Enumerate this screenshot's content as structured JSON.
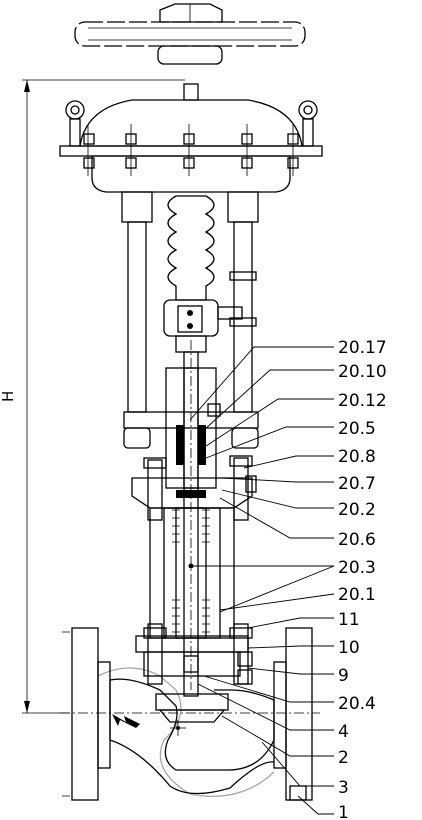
{
  "dimension": {
    "label": "H"
  },
  "callouts": [
    {
      "id": "p20_17",
      "label": "20.17"
    },
    {
      "id": "p20_10",
      "label": "20.10"
    },
    {
      "id": "p20_12",
      "label": "20.12"
    },
    {
      "id": "p20_5",
      "label": "20.5"
    },
    {
      "id": "p20_8",
      "label": "20.8"
    },
    {
      "id": "p20_7",
      "label": "20.7"
    },
    {
      "id": "p20_2",
      "label": "20.2"
    },
    {
      "id": "p20_6",
      "label": "20.6"
    },
    {
      "id": "p20_3",
      "label": "20.3"
    },
    {
      "id": "p20_1",
      "label": "20.1"
    },
    {
      "id": "p11",
      "label": "11"
    },
    {
      "id": "p10",
      "label": "10"
    },
    {
      "id": "p9",
      "label": "9"
    },
    {
      "id": "p20_4",
      "label": "20.4"
    },
    {
      "id": "p4",
      "label": "4"
    },
    {
      "id": "p2",
      "label": "2"
    },
    {
      "id": "p3",
      "label": "3"
    },
    {
      "id": "p1",
      "label": "1"
    }
  ],
  "colors": {
    "line": "#000000",
    "fill_light": "#e6e6e6",
    "fill_mid": "#c8c8c8",
    "hatch": "#000000"
  },
  "icons": [
    "flow-direction-arrow"
  ]
}
